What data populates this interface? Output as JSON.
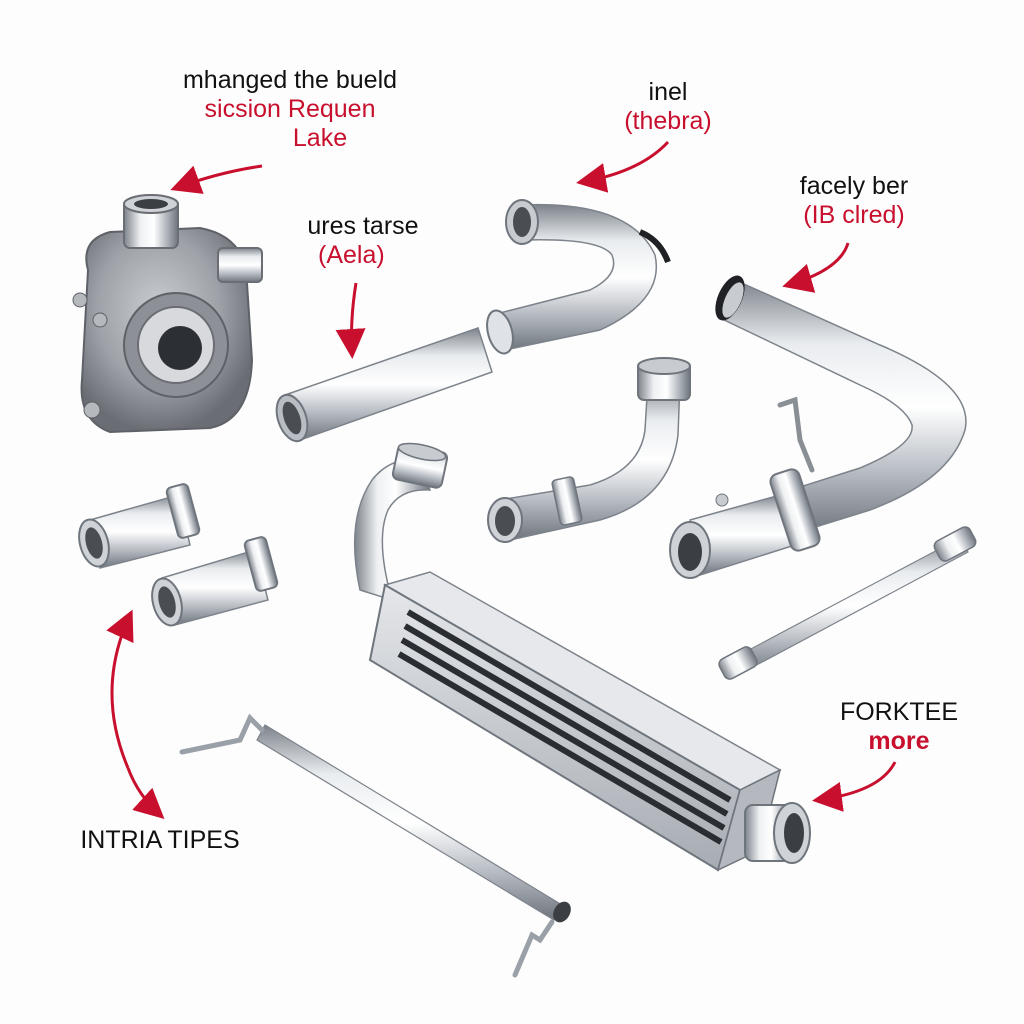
{
  "colors": {
    "label_black": "#111111",
    "label_red": "#c8102e",
    "arrow_red": "#c8102e",
    "metal_light": "#f4f5f7",
    "metal_dark": "#8a8f96",
    "background": "#fdfdfd"
  },
  "labels": {
    "turbo": {
      "line1": "mhanged the bueld",
      "line2": "sicsion Requen",
      "line3": "Lake"
    },
    "pipe_bend": {
      "line1": "inel",
      "line2": "(thebra)"
    },
    "straight_pipe": {
      "line1": "ures tarse",
      "line2": "(Aela)"
    },
    "right_pipe": {
      "line1": "facely ber",
      "line2": "(IB clred)"
    },
    "intercooler_outlet": {
      "line1": "FORKTEE",
      "line2": "more"
    },
    "small_pipes": {
      "line1": "INTRIA TIPES"
    }
  },
  "parts": [
    {
      "name": "turbocharger",
      "icon": "turbo-icon"
    },
    {
      "name": "straight-pipe",
      "icon": "pipe-icon"
    },
    {
      "name": "u-bend-pipe",
      "icon": "pipe-bend-icon"
    },
    {
      "name": "right-bend-pipe",
      "icon": "pipe-bend-icon"
    },
    {
      "name": "small-s-pipe",
      "icon": "pipe-bend-icon"
    },
    {
      "name": "coupler-1",
      "icon": "coupler-icon"
    },
    {
      "name": "coupler-2",
      "icon": "coupler-icon"
    },
    {
      "name": "intercooler",
      "icon": "intercooler-icon"
    },
    {
      "name": "thin-rod-right",
      "icon": "rod-icon"
    },
    {
      "name": "long-thin-pipe",
      "icon": "rod-icon"
    }
  ]
}
